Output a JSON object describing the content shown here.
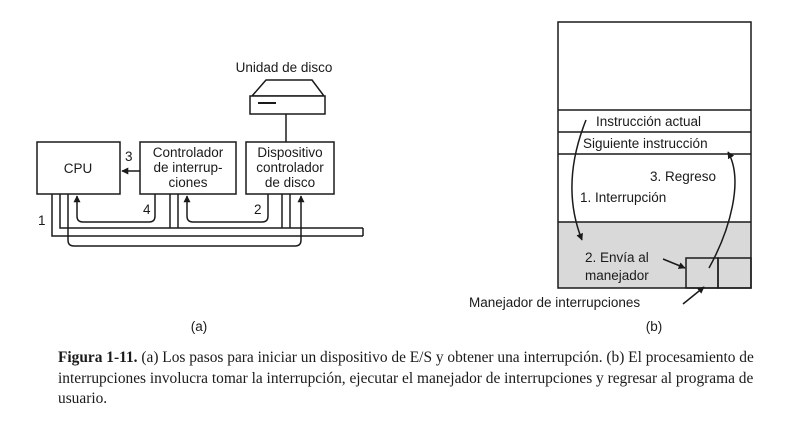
{
  "panel_a": {
    "disk_label": "Unidad de disco",
    "cpu_label": "CPU",
    "interrupt_controller": [
      "Controlador",
      "de interrup-",
      "ciones"
    ],
    "device_controller": [
      "Dispositivo",
      "controlador",
      "de disco"
    ],
    "step_1": "1",
    "step_2": "2",
    "step_3": "3",
    "step_4": "4",
    "panel_label": "(a)"
  },
  "panel_b": {
    "current_instruction": "Instrucción actual",
    "next_instruction": "Siguiente instrucción",
    "return_label": "3. Regreso",
    "interrupt_label": "1. Interrupción",
    "dispatch_label": [
      "2. Envía al",
      "manejador"
    ],
    "handler_label": "Manejador de interrupciones",
    "panel_label": "(b)"
  },
  "caption": {
    "figure_number": "Figura 1-11.",
    "text": " (a) Los pasos para iniciar un dispositivo de E/S y obtener una interrupción. (b) El procesamiento de interrupciones involucra tomar la interrupción, ejecutar el manejador de interrupciones y regresar al programa de usuario."
  }
}
